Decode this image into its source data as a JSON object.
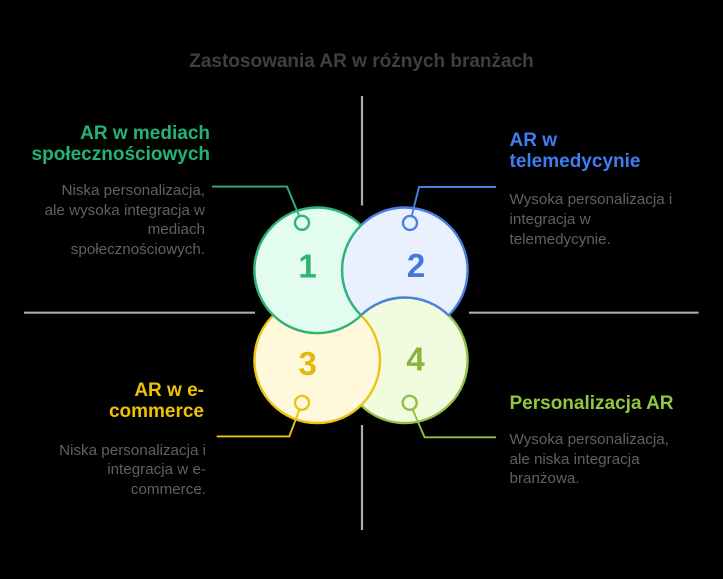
{
  "title": "Zastosowania AR w różnych branżach",
  "colors": {
    "background": "#000000",
    "axis": "#ababab",
    "title_text": "#3c4043",
    "description_text": "#5d6166"
  },
  "circles": [
    {
      "number": "1",
      "heading_lines": [
        "AR w mediach",
        "społecznościowych"
      ],
      "description_lines": [
        "Niska personalizacja,",
        "ale wysoka integracja w",
        "mediach",
        "społecznościowych."
      ],
      "stroke_color": "#2db476",
      "fill_color": "#e2fcef",
      "heading_color": "#23b377",
      "number_color": "#2db372"
    },
    {
      "number": "2",
      "heading_lines": [
        "AR w",
        "telemedycynie"
      ],
      "description_lines": [
        "Wysoka personalizacja i",
        "integracja w",
        "telemedycynie."
      ],
      "stroke_color": "#4a80e2",
      "fill_color": "#e9f1fe",
      "heading_color": "#3e7ef2",
      "number_color": "#4377dd"
    },
    {
      "number": "3",
      "heading_lines": [
        "AR w e-",
        "commerce"
      ],
      "description_lines": [
        "Niska personalizacja i",
        "integracja w e-",
        "commerce."
      ],
      "stroke_color": "#e9c412",
      "fill_color": "#fff8da",
      "heading_color": "#eec200",
      "number_color": "#dfba0c"
    },
    {
      "number": "4",
      "heading_lines": [
        "Personalizacja AR"
      ],
      "description_lines": [
        "Wysoka personalizacja,",
        "ale niska integracja",
        "branżowa."
      ],
      "stroke_color": "#90c046",
      "fill_color": "#f1fbde",
      "heading_color": "#90c73e",
      "number_color": "#88b33c"
    }
  ]
}
